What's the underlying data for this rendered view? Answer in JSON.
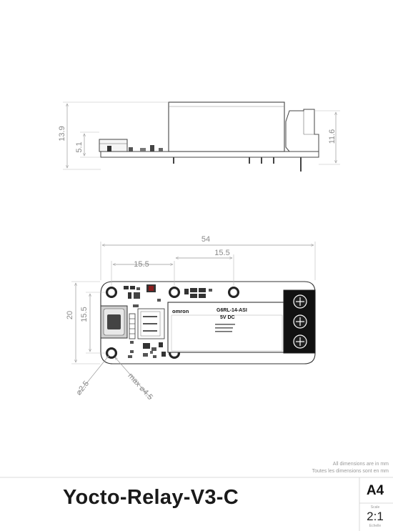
{
  "side_view": {
    "dims": {
      "total_height": "13.9",
      "usb_height": "5.1",
      "relay_height": "11.6"
    }
  },
  "top_view": {
    "dims": {
      "length": "54",
      "hole_spacing_1": "15.5",
      "hole_spacing_2": "15.5",
      "width": "20",
      "hole_pitch_vertical": "15.5",
      "hole_diameter": "⌀2.5",
      "pad_diameter": "max ⌀4.5"
    },
    "relay": {
      "brand": "omron",
      "model": "G6RL-14-ASI",
      "voltage": "5V  DC"
    }
  },
  "notes": {
    "line_en": "All dimensions are in mm",
    "line_fr": "Toutes les dimensions sont en mm"
  },
  "title_block": {
    "title": "Yocto-Relay-V3-C",
    "format": "A4",
    "scale_label": "Scale",
    "scale": "2:1",
    "scale_label_fr": "Echelle"
  }
}
